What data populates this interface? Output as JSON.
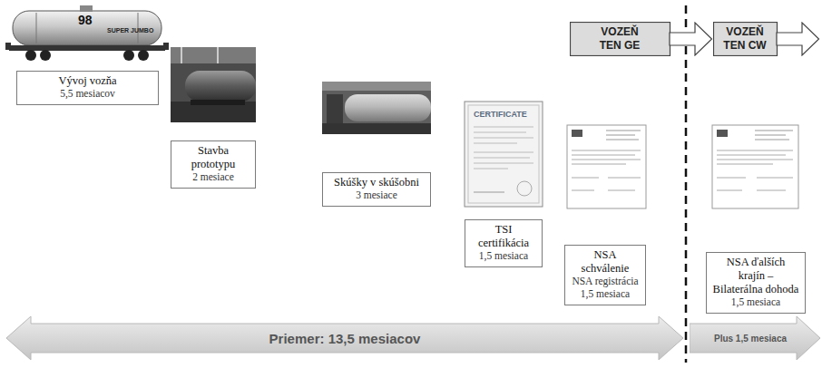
{
  "diagram": {
    "nodes": [
      {
        "text": [
          "Vývoj vozňa",
          "5,5 mesiacov"
        ]
      },
      {
        "text": [
          "Stavba prototypu",
          "2 mesiace"
        ]
      },
      {
        "text": [
          "Skúšky v skúšobni",
          "3 mesiace"
        ]
      },
      {
        "text": [
          "TSI certifikácia",
          "1,5 mesiaca"
        ]
      },
      {
        "text": [
          "NSA schválenie",
          "NSA registrácia",
          "1,5 mesiaca"
        ]
      },
      {
        "text": [
          "VOZEŇ TEN GE"
        ]
      },
      {
        "text": [
          "VOZEŇ TEN CW"
        ]
      },
      {
        "text": [
          "NSA ďalších krajín – Bilaterálna dohoda",
          "1,5 mesiaca"
        ]
      },
      {
        "text": [
          "Priemer: 13,5 mesiacov"
        ]
      },
      {
        "text": [
          "Plus 1,5 mesiaca"
        ]
      }
    ],
    "labels": [
      "98",
      "SUPER JUMBO",
      "CERTIFICATE"
    ]
  }
}
